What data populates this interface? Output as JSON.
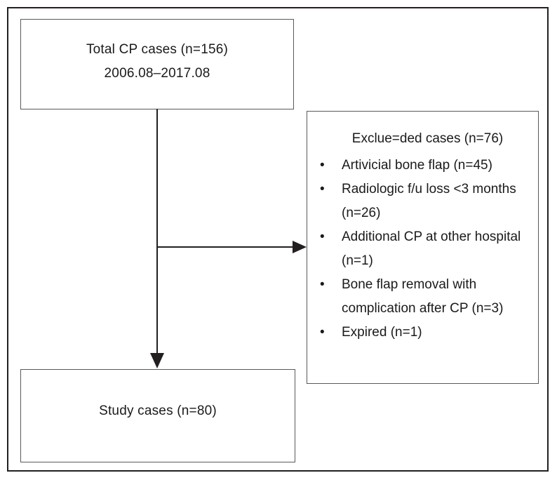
{
  "figure": {
    "type": "flowchart",
    "title": "Patient selection flow diagram",
    "colors": {
      "frame": "#231f20",
      "box_border": "#58595b",
      "text": "#1a1a1a",
      "arrow": "#231f20",
      "background": "#ffffff"
    }
  },
  "boxes": {
    "total": {
      "name": "Total CP cases box",
      "lines": [
        "Total CP cases (n=156)",
        "2006.08–2017.08"
      ]
    },
    "study": {
      "name": "Study cases box",
      "lines": [
        "Study cases (n=80)"
      ]
    },
    "excluded": {
      "name": "Excluded cases box",
      "header": "Exclue=ded cases (n=76)",
      "bullet_glyph": "•",
      "items": [
        "Artivicial bone flap (n=45)",
        "Radiologic f/u loss <3 months (n=26)",
        "Additional CP at other hospital (n=1)",
        "Bone flap removal with complication after CP (n=3)",
        "Expired (n=1)"
      ]
    }
  },
  "connectors": [
    {
      "name": "total-to-study",
      "direction": "down",
      "from": "total",
      "to": "study"
    },
    {
      "name": "total-to-excluded",
      "direction": "right",
      "from": "total",
      "to": "excluded"
    }
  ]
}
